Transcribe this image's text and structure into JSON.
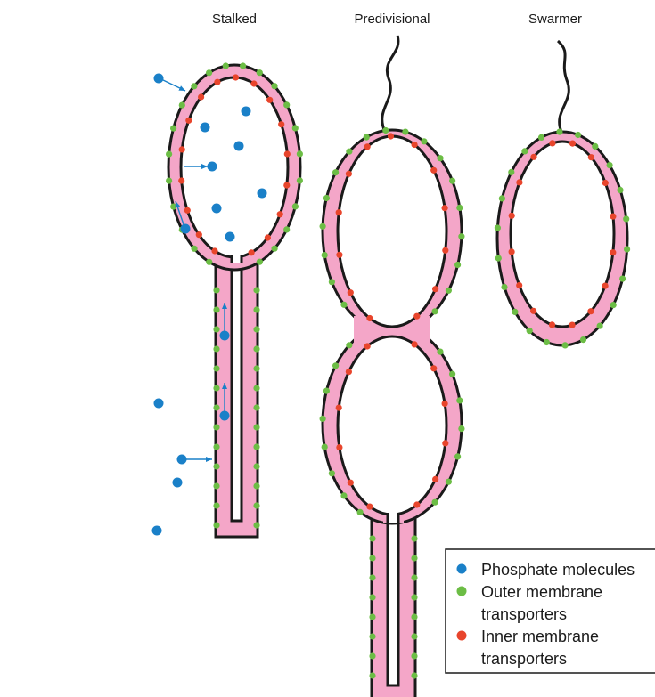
{
  "titles": {
    "stalked": "Stalked",
    "predivisional": "Predivisional",
    "swarmer": "Swarmer"
  },
  "legend": {
    "phosphate": "Phosphate molecules",
    "outer_line1": "Outer membrane",
    "outer_line2": "transporters",
    "inner_line1": "Inner membrane",
    "inner_line2": "transporters"
  },
  "colors": {
    "cell_fill": "#f4a6c8",
    "membrane_line": "#1a1a1a",
    "phosphate": "#1a80c8",
    "outer_transporter": "#6cbd45",
    "inner_transporter": "#e8452c",
    "arrow": "#1a80c8"
  }
}
